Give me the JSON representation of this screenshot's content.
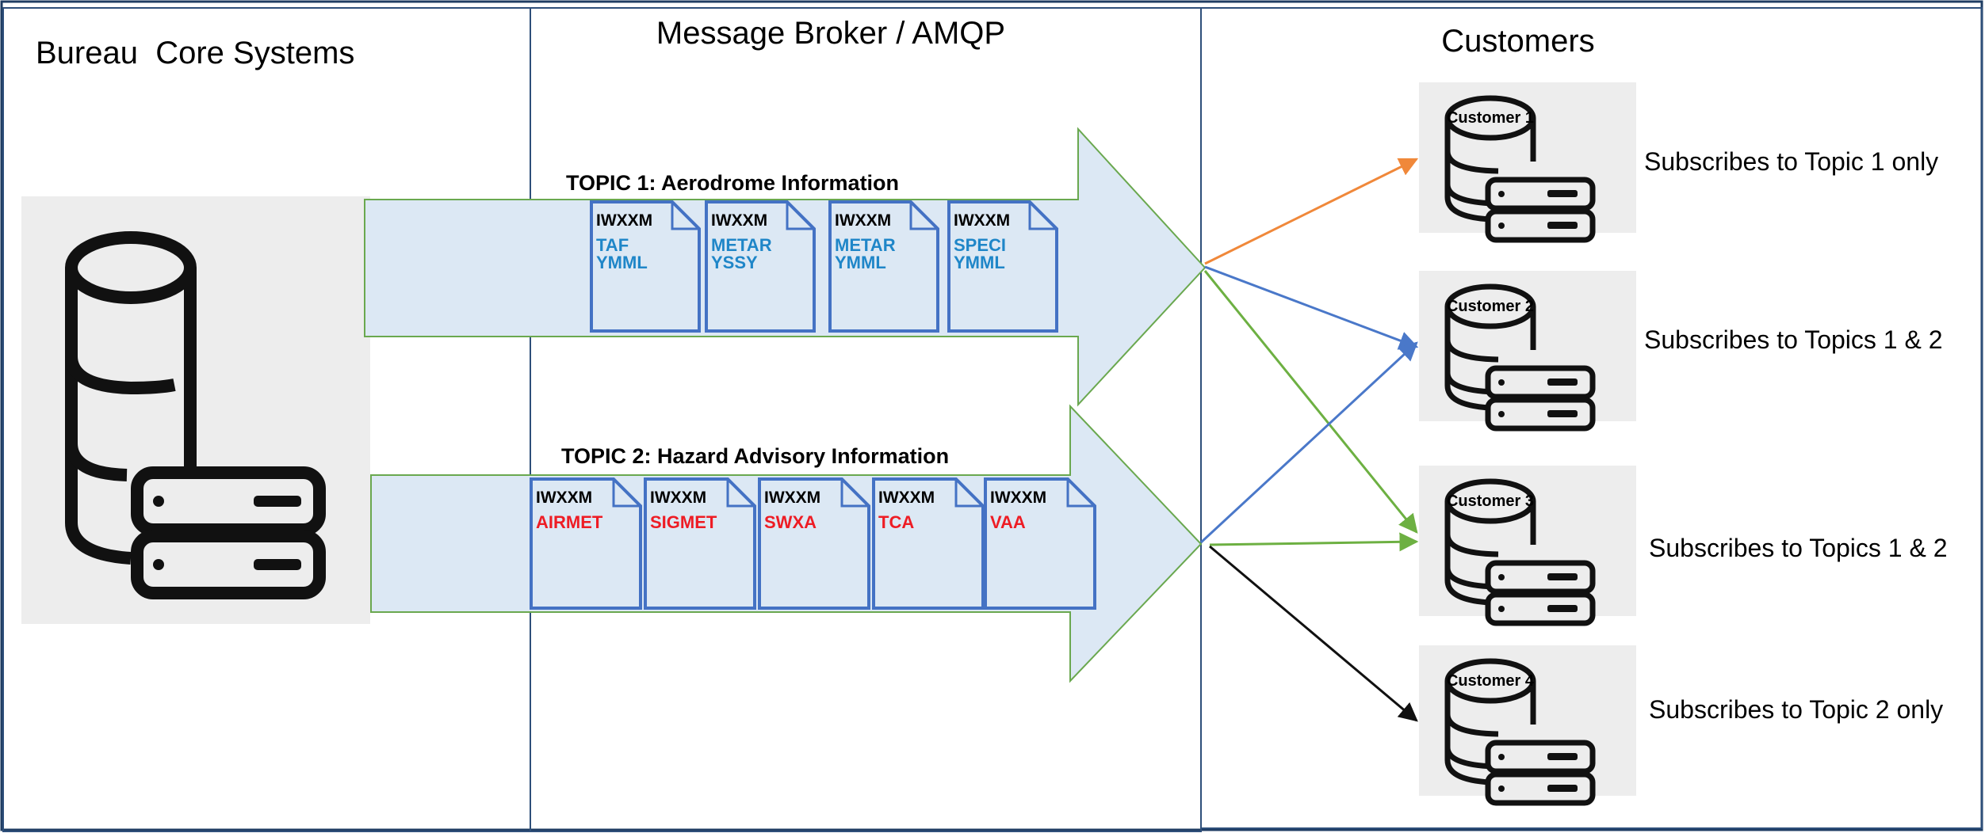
{
  "headers": {
    "bureau": "Bureau  Core Systems",
    "broker": "Message Broker / AMQP",
    "customers": "Customers"
  },
  "topics": [
    {
      "title": "TOPIC 1: Aerodrome Information",
      "color": "#1f86c8",
      "docs": [
        {
          "tag": "IWXXM",
          "line1": "TAF",
          "line2": "YMML"
        },
        {
          "tag": "IWXXM",
          "line1": "METAR",
          "line2": "YSSY"
        },
        {
          "tag": "IWXXM",
          "line1": "METAR",
          "line2": "YMML"
        },
        {
          "tag": "IWXXM",
          "line1": "SPECI",
          "line2": "YMML"
        }
      ]
    },
    {
      "title": "TOPIC 2: Hazard Advisory Information",
      "color": "#ee1c24",
      "docs": [
        {
          "tag": "IWXXM",
          "line1": "AIRMET"
        },
        {
          "tag": "IWXXM",
          "line1": "SIGMET"
        },
        {
          "tag": "IWXXM",
          "line1": "SWXA"
        },
        {
          "tag": "IWXXM",
          "line1": "TCA"
        },
        {
          "tag": "IWXXM",
          "line1": "VAA"
        }
      ]
    }
  ],
  "customers": [
    {
      "name": "Customer 1",
      "subscription": "Subscribes to Topic 1 only"
    },
    {
      "name": "Customer 2",
      "subscription": "Subscribes to Topics 1 & 2"
    },
    {
      "name": "Customer 3",
      "subscription": "Subscribes to Topics 1 & 2"
    },
    {
      "name": "Customer 4",
      "subscription": "Subscribes to Topic 2 only"
    }
  ],
  "connectors": [
    {
      "from": "topic-1",
      "to": "customer-1",
      "color": "#f0883a"
    },
    {
      "from": "topic-1",
      "to": "customer-2",
      "color": "#4a78c9"
    },
    {
      "from": "topic-1",
      "to": "customer-3",
      "color": "#6db042"
    },
    {
      "from": "topic-2",
      "to": "customer-2",
      "color": "#4a78c9"
    },
    {
      "from": "topic-2",
      "to": "customer-3",
      "color": "#6db042"
    },
    {
      "from": "topic-2",
      "to": "customer-4",
      "color": "#111111"
    }
  ],
  "colors": {
    "arrow_fill": "#dce8f4",
    "arrow_stroke": "#6aa84f",
    "doc_stroke": "#4472c4",
    "panel_border": "#2e4f7a",
    "icon_bg": "#ededed"
  }
}
